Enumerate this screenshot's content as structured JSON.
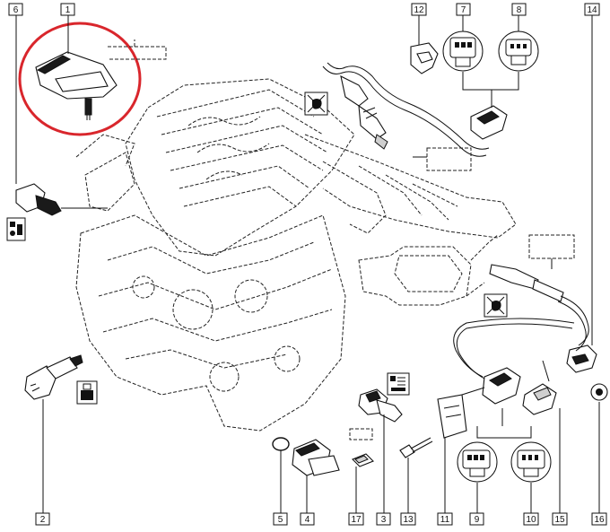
{
  "callouts": {
    "c1": "1",
    "c2": "2",
    "c3": "3",
    "c4": "4",
    "c5": "5",
    "c6": "6",
    "c7": "7",
    "c8": "8",
    "c9": "9",
    "c10": "10",
    "c11": "11",
    "c12": "12",
    "c13": "13",
    "c14": "14",
    "c15": "15",
    "c16": "16",
    "c17": "17"
  },
  "highlight_color": "#d9262c",
  "line_color": "#111111"
}
